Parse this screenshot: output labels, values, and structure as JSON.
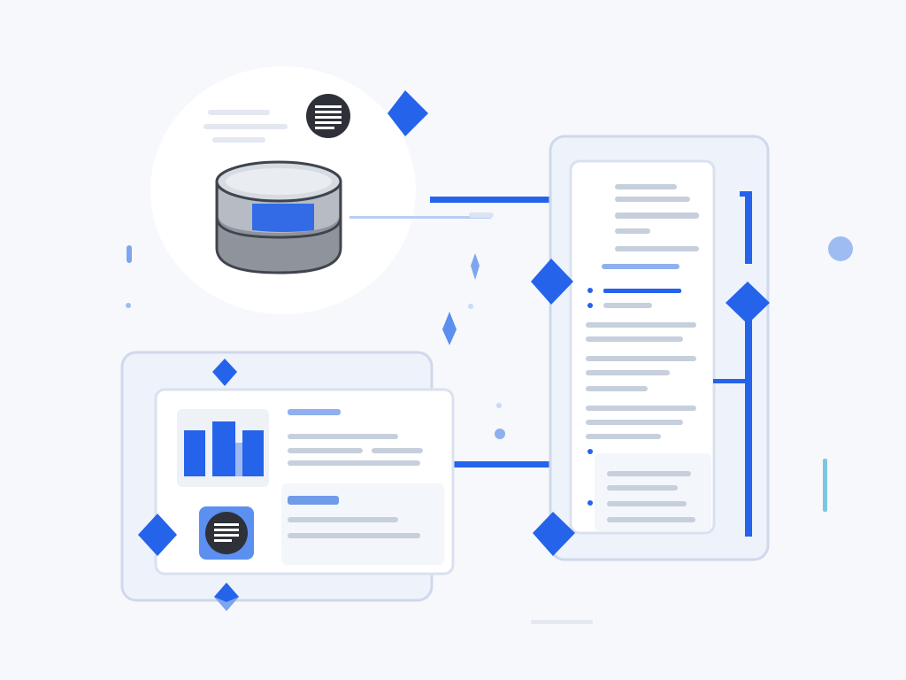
{
  "colors": {
    "background": "#f6f8fc",
    "accent": "#2563eb",
    "accent_light": "#7ea6ef",
    "accent_pale": "#c9dafb",
    "panel_fill": "#ffffff",
    "panel_border": "#cfd8ec",
    "placeholder_line": "#c7cfdd",
    "cylinder_body": "#8f939c",
    "cylinder_top": "#d7dbe2",
    "icon_dark": "#2e3138",
    "teal_mark": "#7cc7e0"
  },
  "icons": {
    "database": "database-icon",
    "document": "document-list-icon",
    "bar_chart": "bar-chart-icon"
  },
  "flows": [
    {
      "from": "database",
      "to": "document-panel",
      "direction": "right"
    },
    {
      "from": "dashboard-card",
      "to": "document-panel",
      "direction": "right"
    }
  ]
}
